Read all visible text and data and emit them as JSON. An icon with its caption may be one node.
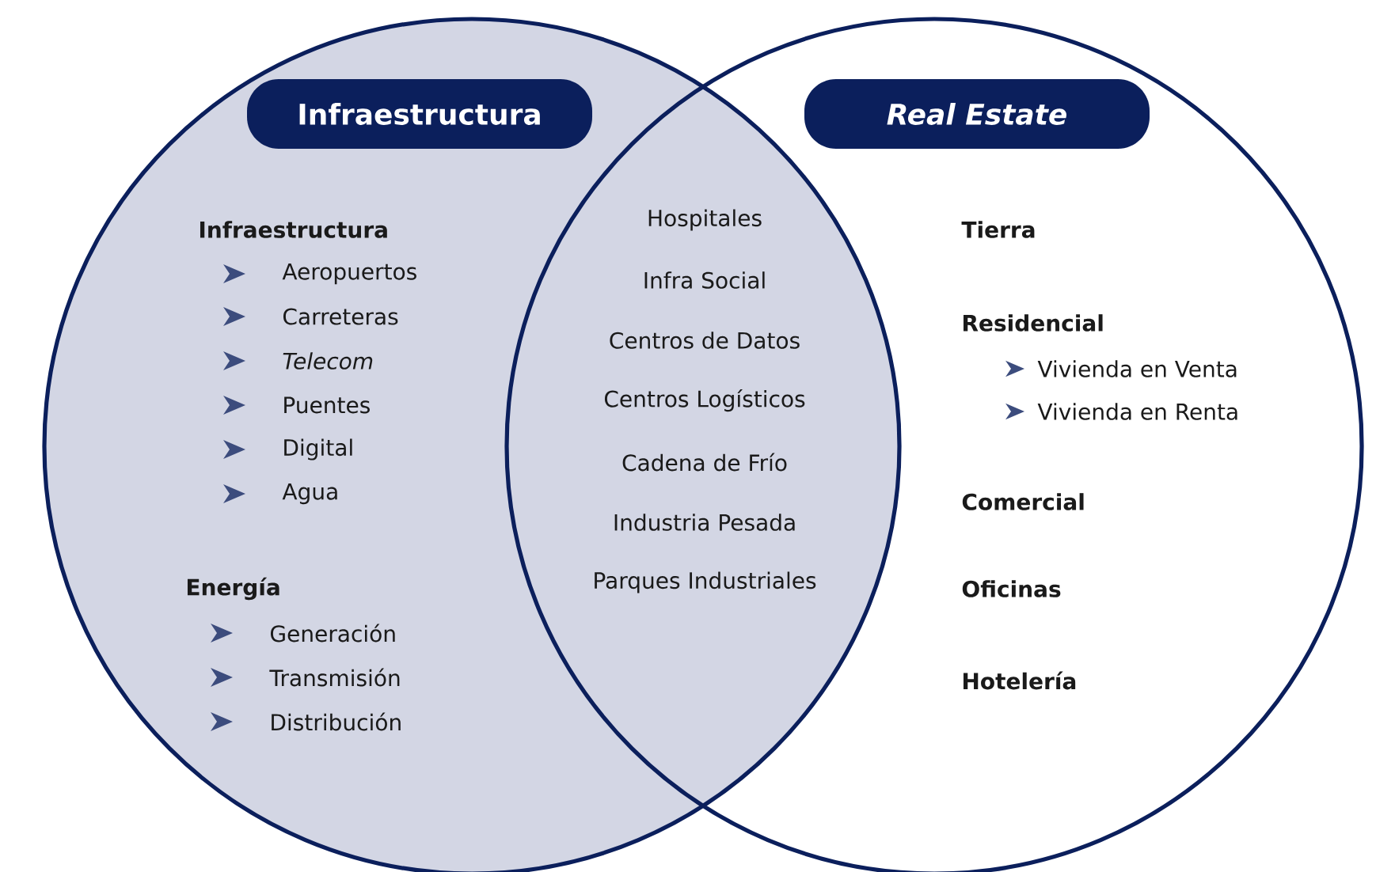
{
  "diagram": {
    "nodes": [
      {
        "text": [
          "Infraestructura",
          "Aeropuertos",
          "Carreteras",
          "Telecom",
          "Puentes",
          "Digital",
          "Agua",
          "Energía",
          "Generación",
          "Transmisión",
          "Distribución"
        ]
      },
      {
        "text": [
          "Tierra",
          "Residencial",
          "Vivienda en Venta",
          "Vivienda en Renta",
          "Comercial",
          "Oficinas",
          "Hotelería"
        ]
      },
      {
        "text": [
          "Infraestructura"
        ],
        "in": 0
      },
      {
        "text": [
          "Real Estate"
        ],
        "in": 1
      }
    ],
    "labels": [
      "Hospitales",
      "Infra Social",
      "Centros de Datos",
      "Centros Logísticos",
      "Cadena de Frío",
      "Industria Pesada",
      "Parques Industriales"
    ]
  }
}
